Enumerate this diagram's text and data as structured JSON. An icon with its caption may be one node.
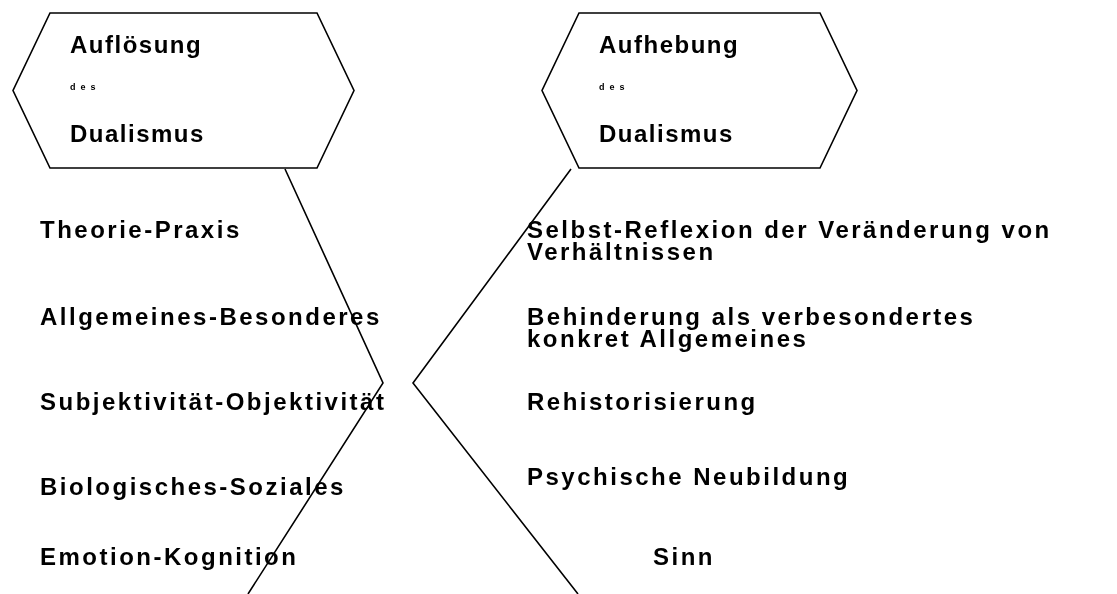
{
  "diagram": {
    "nodes": [
      {
        "text": [
          "Auflösung",
          "des",
          "Dualismus"
        ]
      },
      {
        "text": [
          "Aufhebung",
          "des",
          "Dualismus"
        ]
      }
    ],
    "edges": [
      {
        "from": 0,
        "to": null,
        "arrow": "none"
      },
      {
        "from": 1,
        "to": null,
        "arrow": "none"
      }
    ],
    "labels": [
      "Theorie-Praxis",
      "Selbst-Reflexion der Veränderung von Verhältnissen",
      "Allgemeines-Besonderes",
      "Behinderung als verbesondertes konkret Allgemeines",
      "Subjektivität-Objektivität",
      "Rehistorisierung",
      "Biologisches-Soziales",
      "Psychische Neubildung",
      "Emotion-Kognition",
      "Sinn"
    ]
  }
}
